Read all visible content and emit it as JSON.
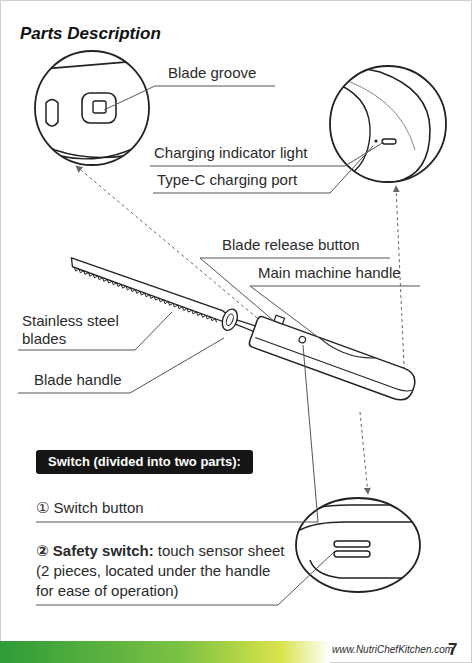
{
  "diagram": {
    "title": "Parts Description",
    "nodes": [
      {
        "text": [
          "Switch (divided into two parts):"
        ]
      }
    ],
    "labels": [
      "Blade groove",
      "Charging indicator light",
      "Type-C charging port",
      "Blade release button",
      "Main machine handle",
      "Stainless steel blades",
      "Blade handle",
      "① Switch button",
      "② Safety switch:",
      "touch sensor sheet (2 pieces, located under the handle for ease of operation)",
      "www.NutriChefKitchen.com",
      "7"
    ]
  }
}
